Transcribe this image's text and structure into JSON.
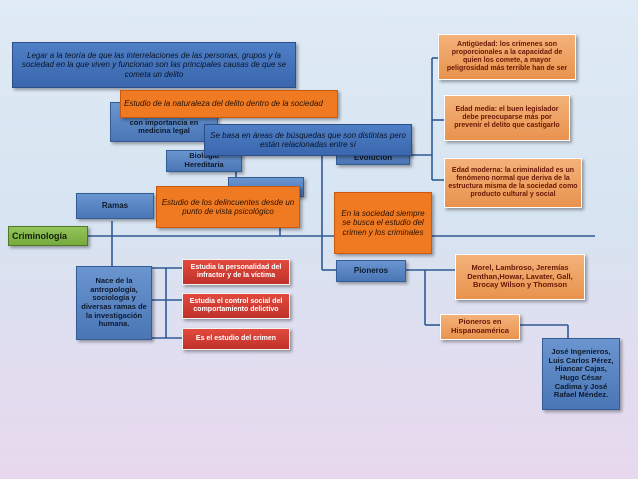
{
  "diagram": {
    "root": "Criminología",
    "ramas": "Ramas",
    "nace": "Nace de la antropología, sociología y diversas ramas de la investigación humana.",
    "estudia_personalidad": "Estudia la personalidad del infractor y de la víctima",
    "estudia_control": "Estudia el control social del comportamiento delictivo",
    "es_estudio": "Es el estudio del crimen",
    "pioneros": "Pioneros",
    "pioneros_list": "Morel, Lambroso, Jeremías Denthan,Howar, Lavater, Gall, Brocay Wilson y Thomson",
    "pioneros_hispano": "Pioneros en Hispanoamérica",
    "hispano_list": "José Ingenieros, Luis Carlos Pérez, Hiancar Cajas, Hugo César Cadima y José Rafael Méndez.",
    "medicina_legal": "con importancia en medicina legal",
    "biologia": "Biología Hereditaria",
    "evolucion": "Evolución",
    "antiguedad": "Antigüedad: los crímenes son proporcionales a la capacidad de quien los comete, a mayor peligrosidad más terrible han de ser",
    "edad_media": "Edad media: el buen legislador debe preocuparse más por prevenir el delito que castigarlo",
    "edad_moderna": "Edad moderna: la criminalidad es un fenómeno normal que deriva de la estructura misma de la sociedad como producto cultural y social",
    "note_legar": "Legar a la teoría de que las interrelaciones de las personas, grupos y la sociedad en la que viven y funcionan son las principales causas de que se cometa un delito",
    "note_estudio_naturaleza": "Estudio de la naturaleza del delito dentro de la sociedad",
    "note_areas": "Se basa en áreas de búsquedas que son distintas pero están relacionadas entre sí",
    "note_delincuentes": "Estudio de los delincuentes desde un punto de vista psicológico",
    "note_sociedad": "En la sociedad siempre se busca el estudio del crimen y los criminales"
  },
  "colors": {
    "blue": "#5a86c4",
    "red": "#d23a30",
    "orange": "#f0a062",
    "green": "#86b94f",
    "note": "#f07a22"
  }
}
